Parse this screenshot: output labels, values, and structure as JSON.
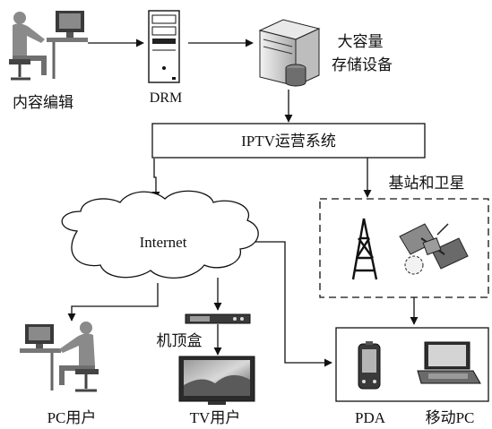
{
  "labels": {
    "content_editing": "内容编辑",
    "drm": "DRM",
    "storage_line1": "大容量",
    "storage_line2": "存储设备",
    "iptv_system": "IPTV运营系统",
    "base_station_satellite": "基站和卫星",
    "internet": "Internet",
    "set_top_box": "机顶盒",
    "pc_user": "PC用户",
    "tv_user": "TV用户",
    "pda": "PDA",
    "mobile_pc": "移动PC"
  },
  "colors": {
    "line": "#111111",
    "device_dark": "#3a3a3a",
    "device_mid": "#8a8a8a",
    "device_light": "#d6d6d6"
  }
}
